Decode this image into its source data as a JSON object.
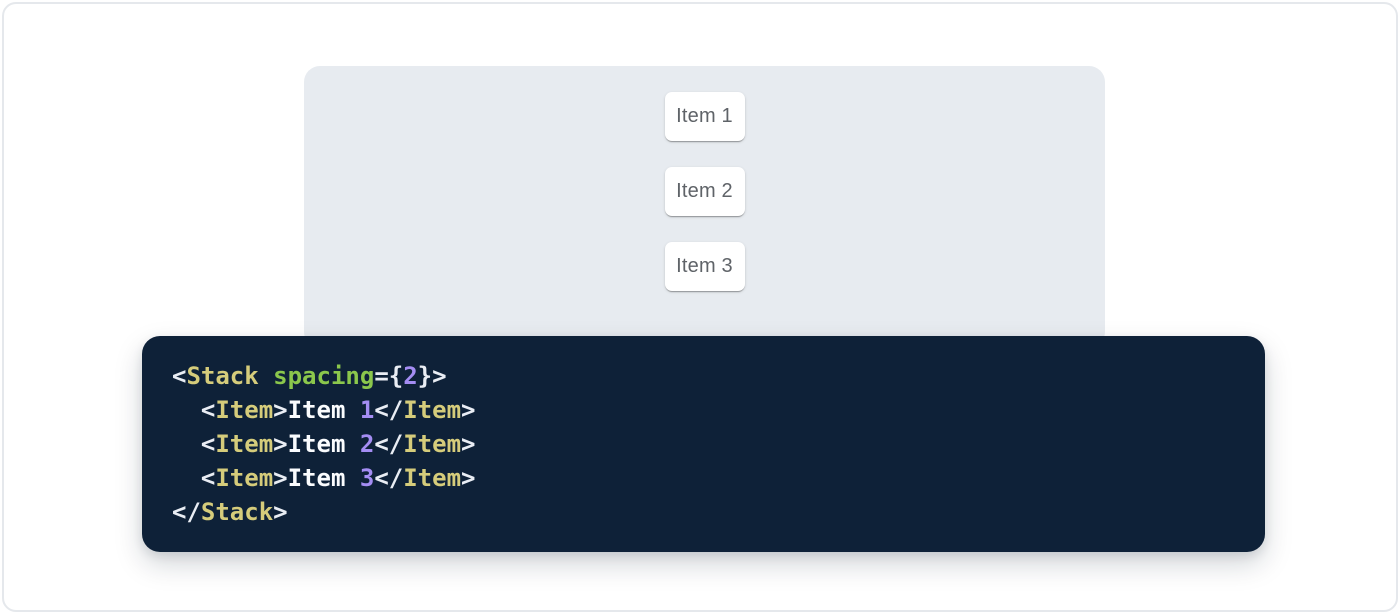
{
  "colors": {
    "page_background": "#ffffff",
    "frame_border": "#e5e8ec",
    "demo_panel_background": "#e7ebf0",
    "card_background": "#ffffff",
    "card_text": "#5f6368"
  },
  "demo_panel": {
    "items": [
      "Item 1",
      "Item 2",
      "Item 3"
    ]
  },
  "code_block": {
    "language": "jsx",
    "colors": {
      "background": "#0e2138",
      "plain": "#fafcfe",
      "punctuation": "#e9edf4",
      "tag": "#d5cc7b",
      "attr_name": "#8bc74c",
      "number": "#a48df3"
    },
    "lines": [
      [
        [
          "punctuation",
          "<"
        ],
        [
          "tag",
          "Stack"
        ],
        [
          "plain",
          " "
        ],
        [
          "attr-name",
          "spacing"
        ],
        [
          "punctuation",
          "="
        ],
        [
          "punctuation",
          "{"
        ],
        [
          "number",
          "2"
        ],
        [
          "punctuation",
          "}"
        ],
        [
          "punctuation",
          ">"
        ]
      ],
      [
        [
          "plain",
          "  "
        ],
        [
          "punctuation",
          "<"
        ],
        [
          "tag",
          "Item"
        ],
        [
          "punctuation",
          ">"
        ],
        [
          "plain",
          "Item "
        ],
        [
          "number",
          "1"
        ],
        [
          "punctuation",
          "</"
        ],
        [
          "tag",
          "Item"
        ],
        [
          "punctuation",
          ">"
        ]
      ],
      [
        [
          "plain",
          "  "
        ],
        [
          "punctuation",
          "<"
        ],
        [
          "tag",
          "Item"
        ],
        [
          "punctuation",
          ">"
        ],
        [
          "plain",
          "Item "
        ],
        [
          "number",
          "2"
        ],
        [
          "punctuation",
          "</"
        ],
        [
          "tag",
          "Item"
        ],
        [
          "punctuation",
          ">"
        ]
      ],
      [
        [
          "plain",
          "  "
        ],
        [
          "punctuation",
          "<"
        ],
        [
          "tag",
          "Item"
        ],
        [
          "punctuation",
          ">"
        ],
        [
          "plain",
          "Item "
        ],
        [
          "number",
          "3"
        ],
        [
          "punctuation",
          "</"
        ],
        [
          "tag",
          "Item"
        ],
        [
          "punctuation",
          ">"
        ]
      ],
      [
        [
          "punctuation",
          "</"
        ],
        [
          "tag",
          "Stack"
        ],
        [
          "punctuation",
          ">"
        ]
      ]
    ]
  }
}
